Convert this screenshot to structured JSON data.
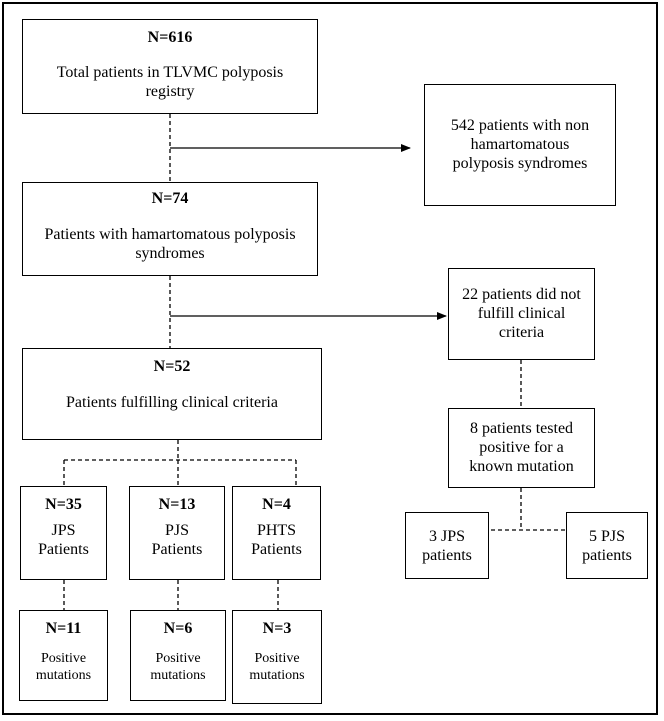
{
  "boxes": {
    "total": {
      "n": "N=616",
      "label_l1": "Total patients in TLVMC polyposis",
      "label_l2": "registry"
    },
    "non_hamartomatous": {
      "l1": "542 patients with non",
      "l2": "hamartomatous",
      "l3": "polyposis  syndromes"
    },
    "hamartomatous": {
      "n": "N=74",
      "label_l1": "Patients with hamartomatous polyposis",
      "label_l2": "syndromes"
    },
    "not_fulfill": {
      "l1": "22 patients did  not",
      "l2": "fulfill  clinical",
      "l3": "criteria"
    },
    "fulfilling": {
      "n": "N=52",
      "label": "Patients fulfilling  clinical  criteria"
    },
    "tested_positive": {
      "l1": "8 patients tested",
      "l2": "positive  for a",
      "l3": "known mutation"
    },
    "jps": {
      "n": "N=35",
      "l1": "JPS",
      "l2": "Patients"
    },
    "pjs": {
      "n": "N=13",
      "l1": "PJS",
      "l2": "Patients"
    },
    "phts": {
      "n": "N=4",
      "l1": "PHTS",
      "l2": "Patients"
    },
    "jps_pos": {
      "n": "N=11",
      "l1": "Positive",
      "l2": "mutations"
    },
    "pjs_pos": {
      "n": "N=6",
      "l1": "Positive",
      "l2": "mutations"
    },
    "phts_pos": {
      "n": "N=3",
      "l1": "Positive",
      "l2": "mutations"
    },
    "jps3": {
      "l1": "3 JPS",
      "l2": "patients"
    },
    "pjs5": {
      "l1": "5 PJS",
      "l2": "patients"
    }
  }
}
